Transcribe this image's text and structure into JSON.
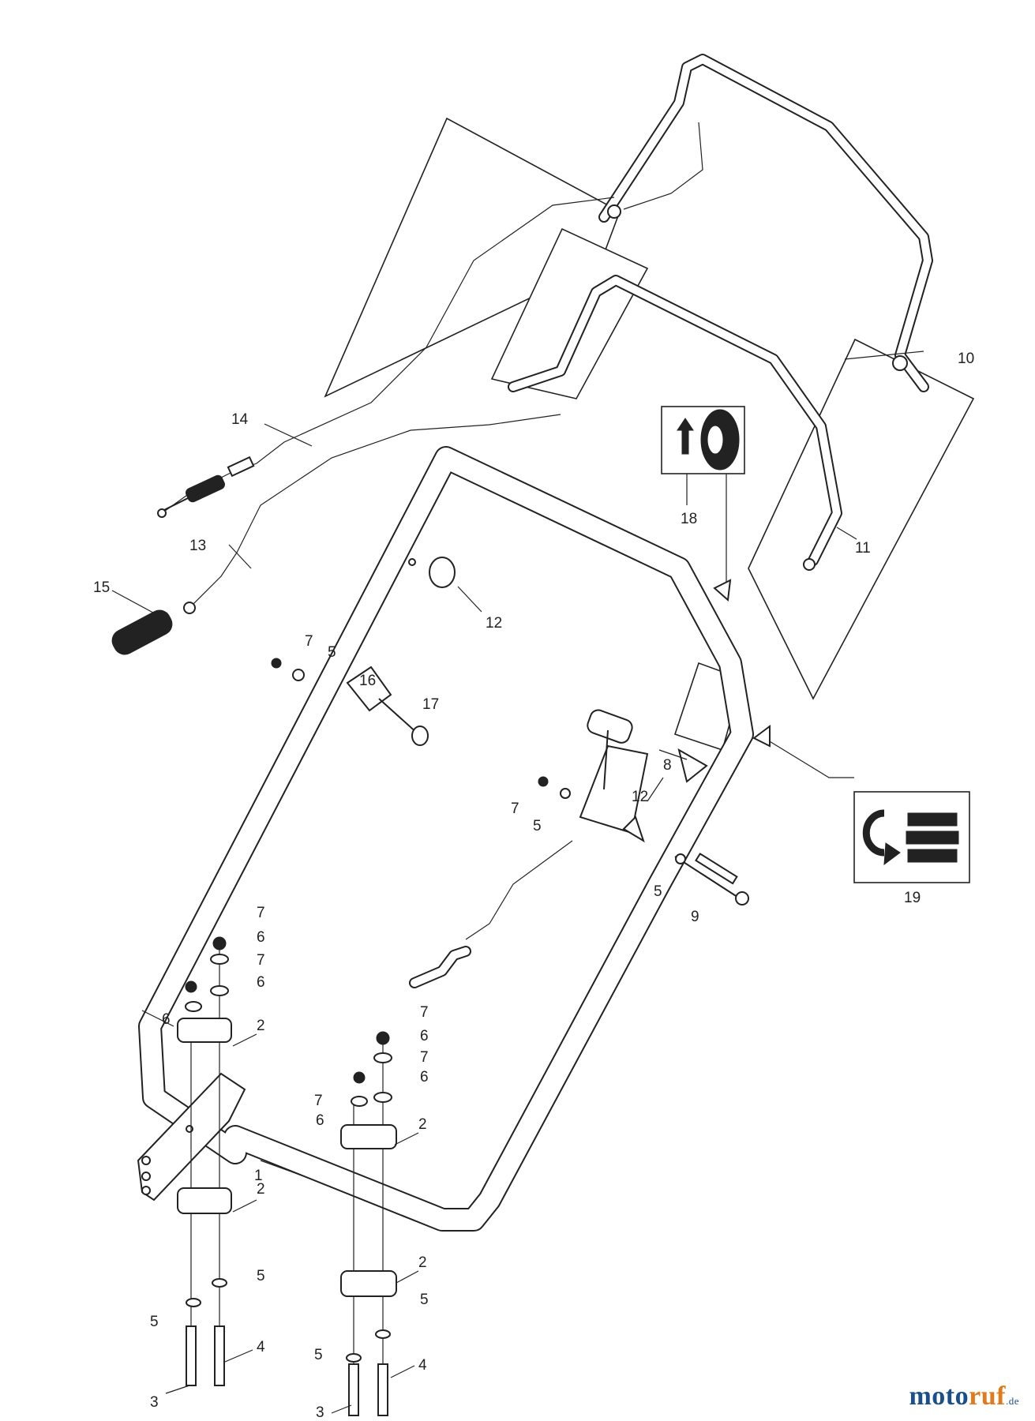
{
  "callouts": [
    {
      "id": "c1",
      "label": "1"
    },
    {
      "id": "c2a",
      "label": "2"
    },
    {
      "id": "c2b",
      "label": "2"
    },
    {
      "id": "c2c",
      "label": "2"
    },
    {
      "id": "c2d",
      "label": "2"
    },
    {
      "id": "c3a",
      "label": "3"
    },
    {
      "id": "c3b",
      "label": "3"
    },
    {
      "id": "c4a",
      "label": "4"
    },
    {
      "id": "c4b",
      "label": "4"
    },
    {
      "id": "c5a",
      "label": "5"
    },
    {
      "id": "c5b",
      "label": "5"
    },
    {
      "id": "c5c",
      "label": "5"
    },
    {
      "id": "c5d",
      "label": "5"
    },
    {
      "id": "c5e",
      "label": "5"
    },
    {
      "id": "c5f",
      "label": "5"
    },
    {
      "id": "c5g",
      "label": "5"
    },
    {
      "id": "c6a",
      "label": "6"
    },
    {
      "id": "c6b",
      "label": "6"
    },
    {
      "id": "c6c",
      "label": "6"
    },
    {
      "id": "c6d",
      "label": "6"
    },
    {
      "id": "c6e",
      "label": "6"
    },
    {
      "id": "c6f",
      "label": "6"
    },
    {
      "id": "c7a",
      "label": "7"
    },
    {
      "id": "c7b",
      "label": "7"
    },
    {
      "id": "c7c",
      "label": "7"
    },
    {
      "id": "c7d",
      "label": "7"
    },
    {
      "id": "c7e",
      "label": "7"
    },
    {
      "id": "c7f",
      "label": "7"
    },
    {
      "id": "c7g",
      "label": "7"
    },
    {
      "id": "c8",
      "label": "8"
    },
    {
      "id": "c9",
      "label": "9"
    },
    {
      "id": "c10",
      "label": "10"
    },
    {
      "id": "c11",
      "label": "11"
    },
    {
      "id": "c12a",
      "label": "12"
    },
    {
      "id": "c12b",
      "label": "12"
    },
    {
      "id": "c13",
      "label": "13"
    },
    {
      "id": "c14",
      "label": "14"
    },
    {
      "id": "c15",
      "label": "15"
    },
    {
      "id": "c16",
      "label": "16"
    },
    {
      "id": "c17",
      "label": "17"
    },
    {
      "id": "c18",
      "label": "18"
    },
    {
      "id": "c19",
      "label": "19"
    }
  ],
  "brand": {
    "part1": "moto",
    "part2": "ruf",
    "part3": ".de"
  },
  "icons": [
    "arrow-up-icon",
    "tire-icon",
    "rotate-arrow-icon",
    "brush-roller-icon"
  ],
  "colors": {
    "line": "#222222",
    "background": "#ffffff",
    "brand_blue": "#1b4f8c",
    "brand_orange": "#e07a1a"
  }
}
